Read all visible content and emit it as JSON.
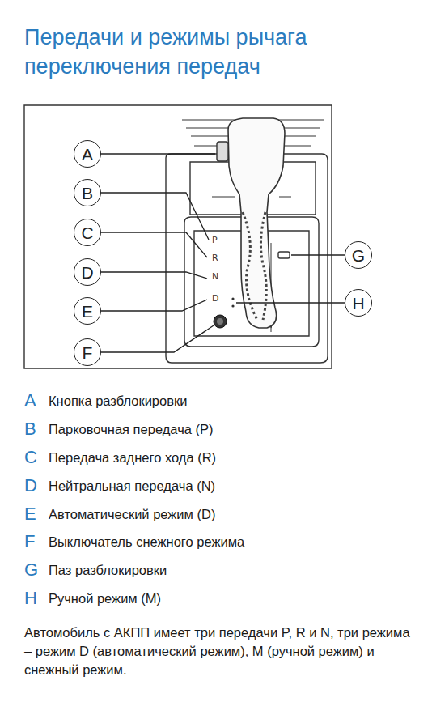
{
  "diagram": {
    "title": "Передачи и режимы рычага переключения передач",
    "caption": "Автомобиль с АКПП имеет три передачи P, R и N, три режима – режим D (автоматический режим), M (ручной режим) и снежный режим.",
    "nodes": [
      {
        "text": [
          "A"
        ]
      },
      {
        "text": [
          "B"
        ]
      },
      {
        "text": [
          "C"
        ]
      },
      {
        "text": [
          "D"
        ]
      },
      {
        "text": [
          "E"
        ]
      },
      {
        "text": [
          "F"
        ]
      },
      {
        "text": [
          "G"
        ]
      },
      {
        "text": [
          "H"
        ]
      }
    ],
    "labels": [
      "P",
      "R",
      "N",
      "D",
      "A",
      "Кнопка разблокировки",
      "B",
      "Парковочная передача (P)",
      "C",
      "Передача заднего хода (R)",
      "D",
      "Нейтральная передача (N)",
      "E",
      "Автоматический режим (D)",
      "F",
      "Выключатель снежного режима",
      "G",
      "Паз разблокировки",
      "H",
      "Ручной режим (M)"
    ]
  }
}
